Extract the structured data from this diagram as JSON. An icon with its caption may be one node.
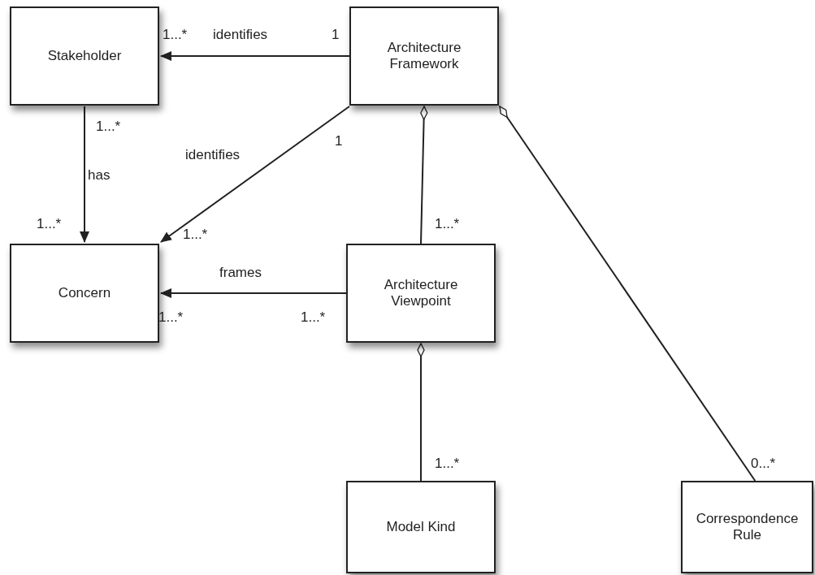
{
  "diagram": {
    "nodes": [
      {
        "text": [
          "Stakeholder"
        ]
      },
      {
        "text": [
          "Architecture Framework"
        ]
      },
      {
        "text": [
          "Concern"
        ]
      },
      {
        "text": [
          "Architecture Viewpoint"
        ]
      },
      {
        "text": [
          "Model Kind"
        ]
      },
      {
        "text": [
          "Correspondence Rule"
        ]
      }
    ],
    "edges": [
      {
        "from": 1,
        "to": 0,
        "arrow": "to",
        "label": "identifies"
      },
      {
        "from": 0,
        "to": 2,
        "arrow": "to",
        "label": "has"
      },
      {
        "from": 1,
        "to": 2,
        "arrow": "to",
        "label": "identifies"
      },
      {
        "from": 3,
        "to": 2,
        "arrow": "to",
        "label": "frames"
      },
      {
        "from": 1,
        "to": 3,
        "arrow": "other"
      },
      {
        "from": 3,
        "to": 4,
        "arrow": "other"
      },
      {
        "from": 1,
        "to": 5,
        "arrow": "other"
      }
    ],
    "labels": [
      "1...*",
      "1",
      "1...*",
      "1",
      "1...*",
      "1...*",
      "1...*",
      "1...*",
      "1...*",
      "1...*",
      "0...*"
    ]
  }
}
